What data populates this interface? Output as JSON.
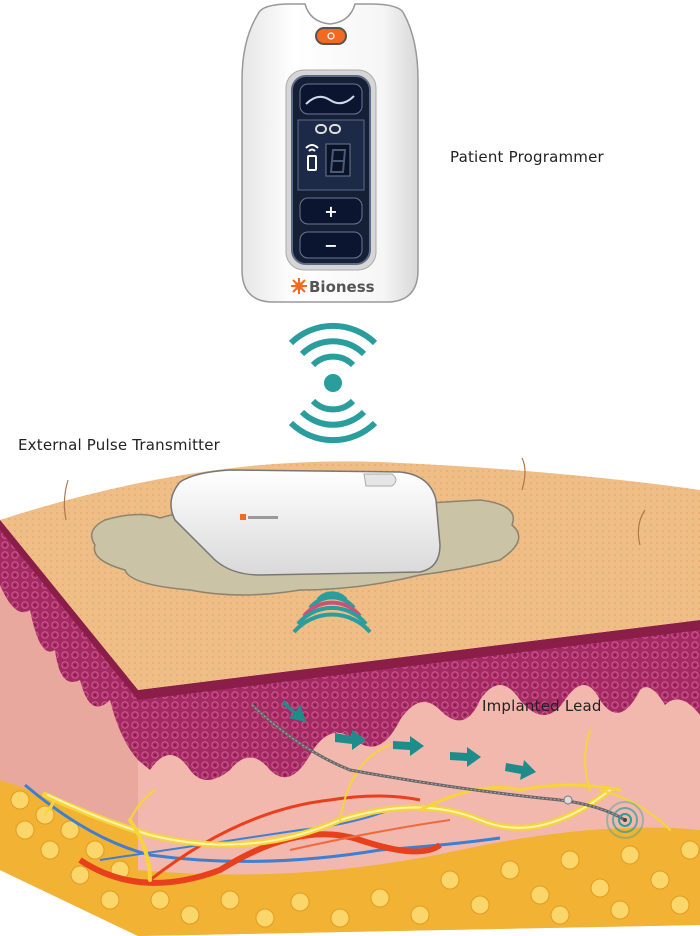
{
  "labels": {
    "patient_programmer": "Patient Programmer",
    "external_pulse_transmitter": "External Pulse Transmitter",
    "implanted_lead": "Implanted Lead"
  },
  "device": {
    "brand": "Bioness",
    "buttons": [
      "power",
      "waveform",
      "plus",
      "minus"
    ],
    "plus_label": "+",
    "minus_label": "−"
  },
  "colors": {
    "wireless": "#2a9d9d",
    "power_button": "#f26a22",
    "skin_top": "#f0c08a",
    "epidermis": "#a0285f",
    "dermis": "#f2b8ae",
    "fat": "#f2b233",
    "nerve": "#f6d43a",
    "artery": "#e8401c",
    "vein": "#3f7fd0"
  }
}
